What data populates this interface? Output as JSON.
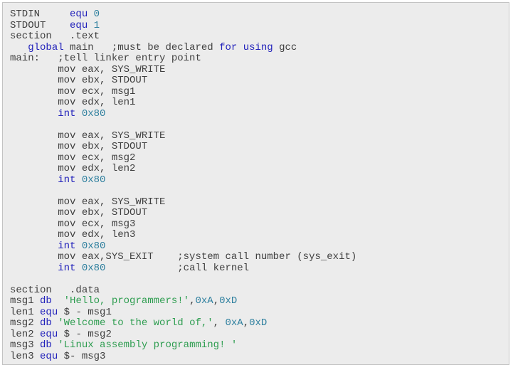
{
  "code_block": {
    "language": "x86-assembly",
    "background": "#ececec",
    "border_color": "#c3c3c3",
    "colors": {
      "default": "#3f3f3f",
      "keyword": "#2222bb",
      "number": "#2d7f9e",
      "string": "#2e9d50"
    },
    "lines": [
      [
        {
          "t": "STDIN     ",
          "c": "default"
        },
        {
          "t": "equ",
          "c": "keyword"
        },
        {
          "t": " ",
          "c": "default"
        },
        {
          "t": "0",
          "c": "number"
        }
      ],
      [
        {
          "t": "STDOUT    ",
          "c": "default"
        },
        {
          "t": "equ",
          "c": "keyword"
        },
        {
          "t": " ",
          "c": "default"
        },
        {
          "t": "1",
          "c": "number"
        }
      ],
      [
        {
          "t": "section   .text",
          "c": "default"
        }
      ],
      [
        {
          "t": "   ",
          "c": "default"
        },
        {
          "t": "global",
          "c": "keyword"
        },
        {
          "t": " main   ;must be declared ",
          "c": "default"
        },
        {
          "t": "for",
          "c": "keyword"
        },
        {
          "t": " ",
          "c": "default"
        },
        {
          "t": "using",
          "c": "keyword"
        },
        {
          "t": " gcc",
          "c": "default"
        }
      ],
      [
        {
          "t": "main:   ;tell linker entry point",
          "c": "default"
        }
      ],
      [
        {
          "t": "        mov eax, SYS_WRITE",
          "c": "default"
        }
      ],
      [
        {
          "t": "        mov ebx, STDOUT",
          "c": "default"
        }
      ],
      [
        {
          "t": "        mov ecx, msg1",
          "c": "default"
        }
      ],
      [
        {
          "t": "        mov edx, len1",
          "c": "default"
        }
      ],
      [
        {
          "t": "        ",
          "c": "default"
        },
        {
          "t": "int",
          "c": "keyword"
        },
        {
          "t": " ",
          "c": "default"
        },
        {
          "t": "0x80",
          "c": "number"
        }
      ],
      [],
      [
        {
          "t": "        mov eax, SYS_WRITE",
          "c": "default"
        }
      ],
      [
        {
          "t": "        mov ebx, STDOUT",
          "c": "default"
        }
      ],
      [
        {
          "t": "        mov ecx, msg2",
          "c": "default"
        }
      ],
      [
        {
          "t": "        mov edx, len2",
          "c": "default"
        }
      ],
      [
        {
          "t": "        ",
          "c": "default"
        },
        {
          "t": "int",
          "c": "keyword"
        },
        {
          "t": " ",
          "c": "default"
        },
        {
          "t": "0x80",
          "c": "number"
        }
      ],
      [],
      [
        {
          "t": "        mov eax, SYS_WRITE",
          "c": "default"
        }
      ],
      [
        {
          "t": "        mov ebx, STDOUT",
          "c": "default"
        }
      ],
      [
        {
          "t": "        mov ecx, msg3",
          "c": "default"
        }
      ],
      [
        {
          "t": "        mov edx, len3",
          "c": "default"
        }
      ],
      [
        {
          "t": "        ",
          "c": "default"
        },
        {
          "t": "int",
          "c": "keyword"
        },
        {
          "t": " ",
          "c": "default"
        },
        {
          "t": "0x80",
          "c": "number"
        }
      ],
      [
        {
          "t": "        mov eax,SYS_EXIT    ;system call number (sys_exit)",
          "c": "default"
        }
      ],
      [
        {
          "t": "        ",
          "c": "default"
        },
        {
          "t": "int",
          "c": "keyword"
        },
        {
          "t": " ",
          "c": "default"
        },
        {
          "t": "0x80",
          "c": "number"
        },
        {
          "t": "            ;call kernel",
          "c": "default"
        }
      ],
      [],
      [
        {
          "t": "section   .data",
          "c": "default"
        }
      ],
      [
        {
          "t": "msg1 ",
          "c": "default"
        },
        {
          "t": "db",
          "c": "keyword"
        },
        {
          "t": "  ",
          "c": "default"
        },
        {
          "t": "'Hello, programmers!'",
          "c": "string"
        },
        {
          "t": ",",
          "c": "default"
        },
        {
          "t": "0xA",
          "c": "number"
        },
        {
          "t": ",",
          "c": "default"
        },
        {
          "t": "0xD",
          "c": "number"
        }
      ],
      [
        {
          "t": "len1 ",
          "c": "default"
        },
        {
          "t": "equ",
          "c": "keyword"
        },
        {
          "t": " $ - msg1",
          "c": "default"
        }
      ],
      [
        {
          "t": "msg2 ",
          "c": "default"
        },
        {
          "t": "db",
          "c": "keyword"
        },
        {
          "t": " ",
          "c": "default"
        },
        {
          "t": "'Welcome to the world of,'",
          "c": "string"
        },
        {
          "t": ", ",
          "c": "default"
        },
        {
          "t": "0xA",
          "c": "number"
        },
        {
          "t": ",",
          "c": "default"
        },
        {
          "t": "0xD",
          "c": "number"
        }
      ],
      [
        {
          "t": "len2 ",
          "c": "default"
        },
        {
          "t": "equ",
          "c": "keyword"
        },
        {
          "t": " $ - msg2",
          "c": "default"
        }
      ],
      [
        {
          "t": "msg3 ",
          "c": "default"
        },
        {
          "t": "db",
          "c": "keyword"
        },
        {
          "t": " ",
          "c": "default"
        },
        {
          "t": "'Linux assembly programming! '",
          "c": "string"
        }
      ],
      [
        {
          "t": "len3 ",
          "c": "default"
        },
        {
          "t": "equ",
          "c": "keyword"
        },
        {
          "t": " $- msg3",
          "c": "default"
        }
      ]
    ]
  }
}
